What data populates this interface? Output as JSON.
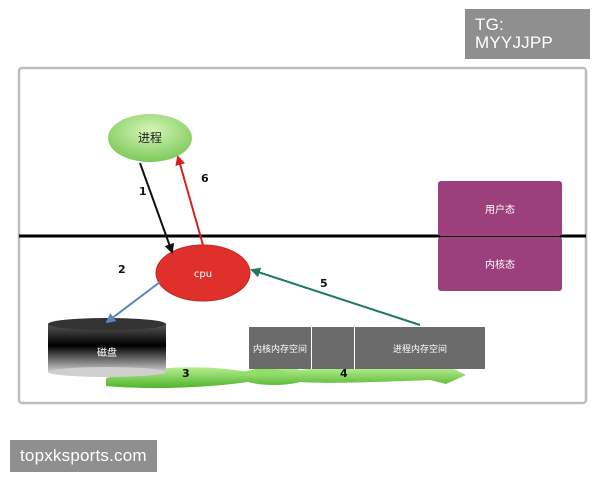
{
  "watermark_top": "TG: MYYJJPP",
  "watermark_bottom": "topxksports.com",
  "nodes": {
    "process": "进程",
    "cpu": "cpu",
    "disk": "磁盘",
    "user_mode": "用户态",
    "kernel_mode": "内核态",
    "kernel_memory": "内核内存空间",
    "process_memory": "进程内存空间"
  },
  "steps": {
    "s1": "1",
    "s2": "2",
    "s3": "3",
    "s4": "4",
    "s5": "5",
    "s6": "6"
  },
  "colors": {
    "process_fill": "#8fd36a",
    "cpu_fill": "#e0302c",
    "mode_box": "#9c3f7d",
    "memory_box": "#6b6b6b",
    "arrow_black": "#111111",
    "arrow_red": "#d62020",
    "arrow_blue": "#5a86c4",
    "arrow_green": "#1f7a55",
    "flow_green": "#66cc33"
  }
}
